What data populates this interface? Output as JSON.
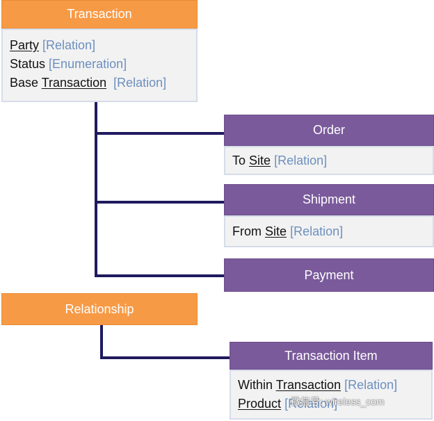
{
  "transaction": {
    "title": "Transaction",
    "fields": {
      "party": {
        "name": "Party",
        "type": "[Relation]"
      },
      "status": {
        "name": "Status",
        "type": "[Enumeration]"
      },
      "base": {
        "prefix": "Base",
        "name": "Transaction",
        "type": "[Relation]"
      }
    }
  },
  "order": {
    "title": "Order",
    "field": {
      "prefix": "To",
      "name": "Site",
      "type": "[Relation]"
    }
  },
  "shipment": {
    "title": "Shipment",
    "field": {
      "prefix": "From",
      "name": "Site",
      "type": "[Relation]"
    }
  },
  "payment": {
    "title": "Payment"
  },
  "relationship": {
    "title": "Relationship"
  },
  "transaction_item": {
    "title": "Transaction Item",
    "fields": {
      "within": {
        "prefix": "Within",
        "name": "Transaction",
        "type": "[Relation]"
      },
      "product": {
        "name": "Product",
        "type": "[Relation]"
      }
    }
  },
  "watermark": {
    "text": "微信号: wireless_com"
  },
  "colors": {
    "orange": "#f79a46",
    "purple": "#7a5a9b",
    "connector": "#1f1a5e",
    "relation_text": "#6c8fbf"
  }
}
